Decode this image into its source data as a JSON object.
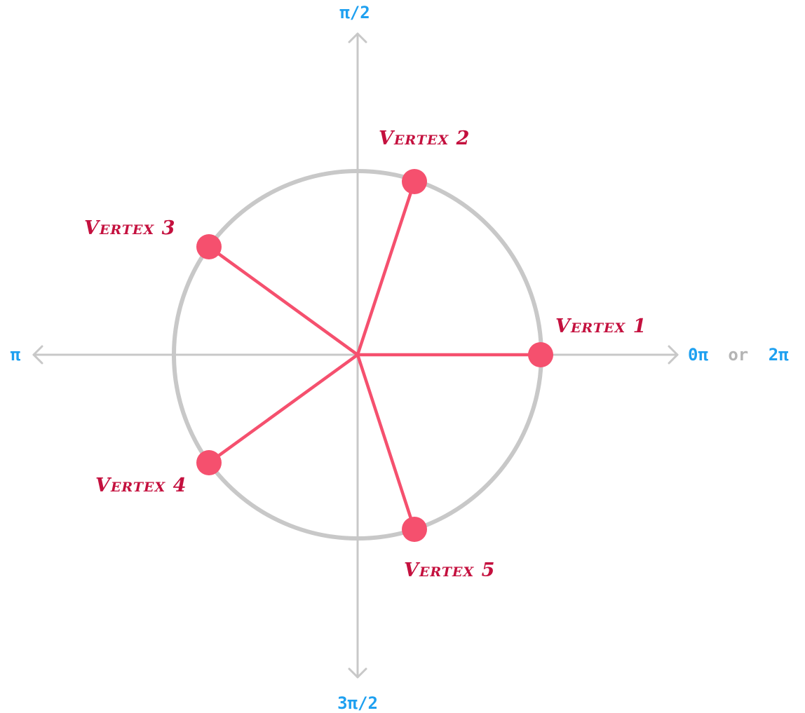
{
  "axis_labels": {
    "top": "π/2",
    "left": "π",
    "bottom": "3π/2",
    "right_start": "0π",
    "right_or": "or",
    "right_end": "2π"
  },
  "vertices": [
    {
      "label": "Vertex 1"
    },
    {
      "label": "Vertex 2"
    },
    {
      "label": "Vertex 3"
    },
    {
      "label": "Vertex 4"
    },
    {
      "label": "Vertex 5"
    }
  ],
  "colors": {
    "axis": "#c8c8c8",
    "circle": "#c8c8c8",
    "spoke": "#f5506e",
    "vertex_label": "#c4103e",
    "axis_label": "#1ea0f0",
    "or_text": "#b4b4b4"
  }
}
